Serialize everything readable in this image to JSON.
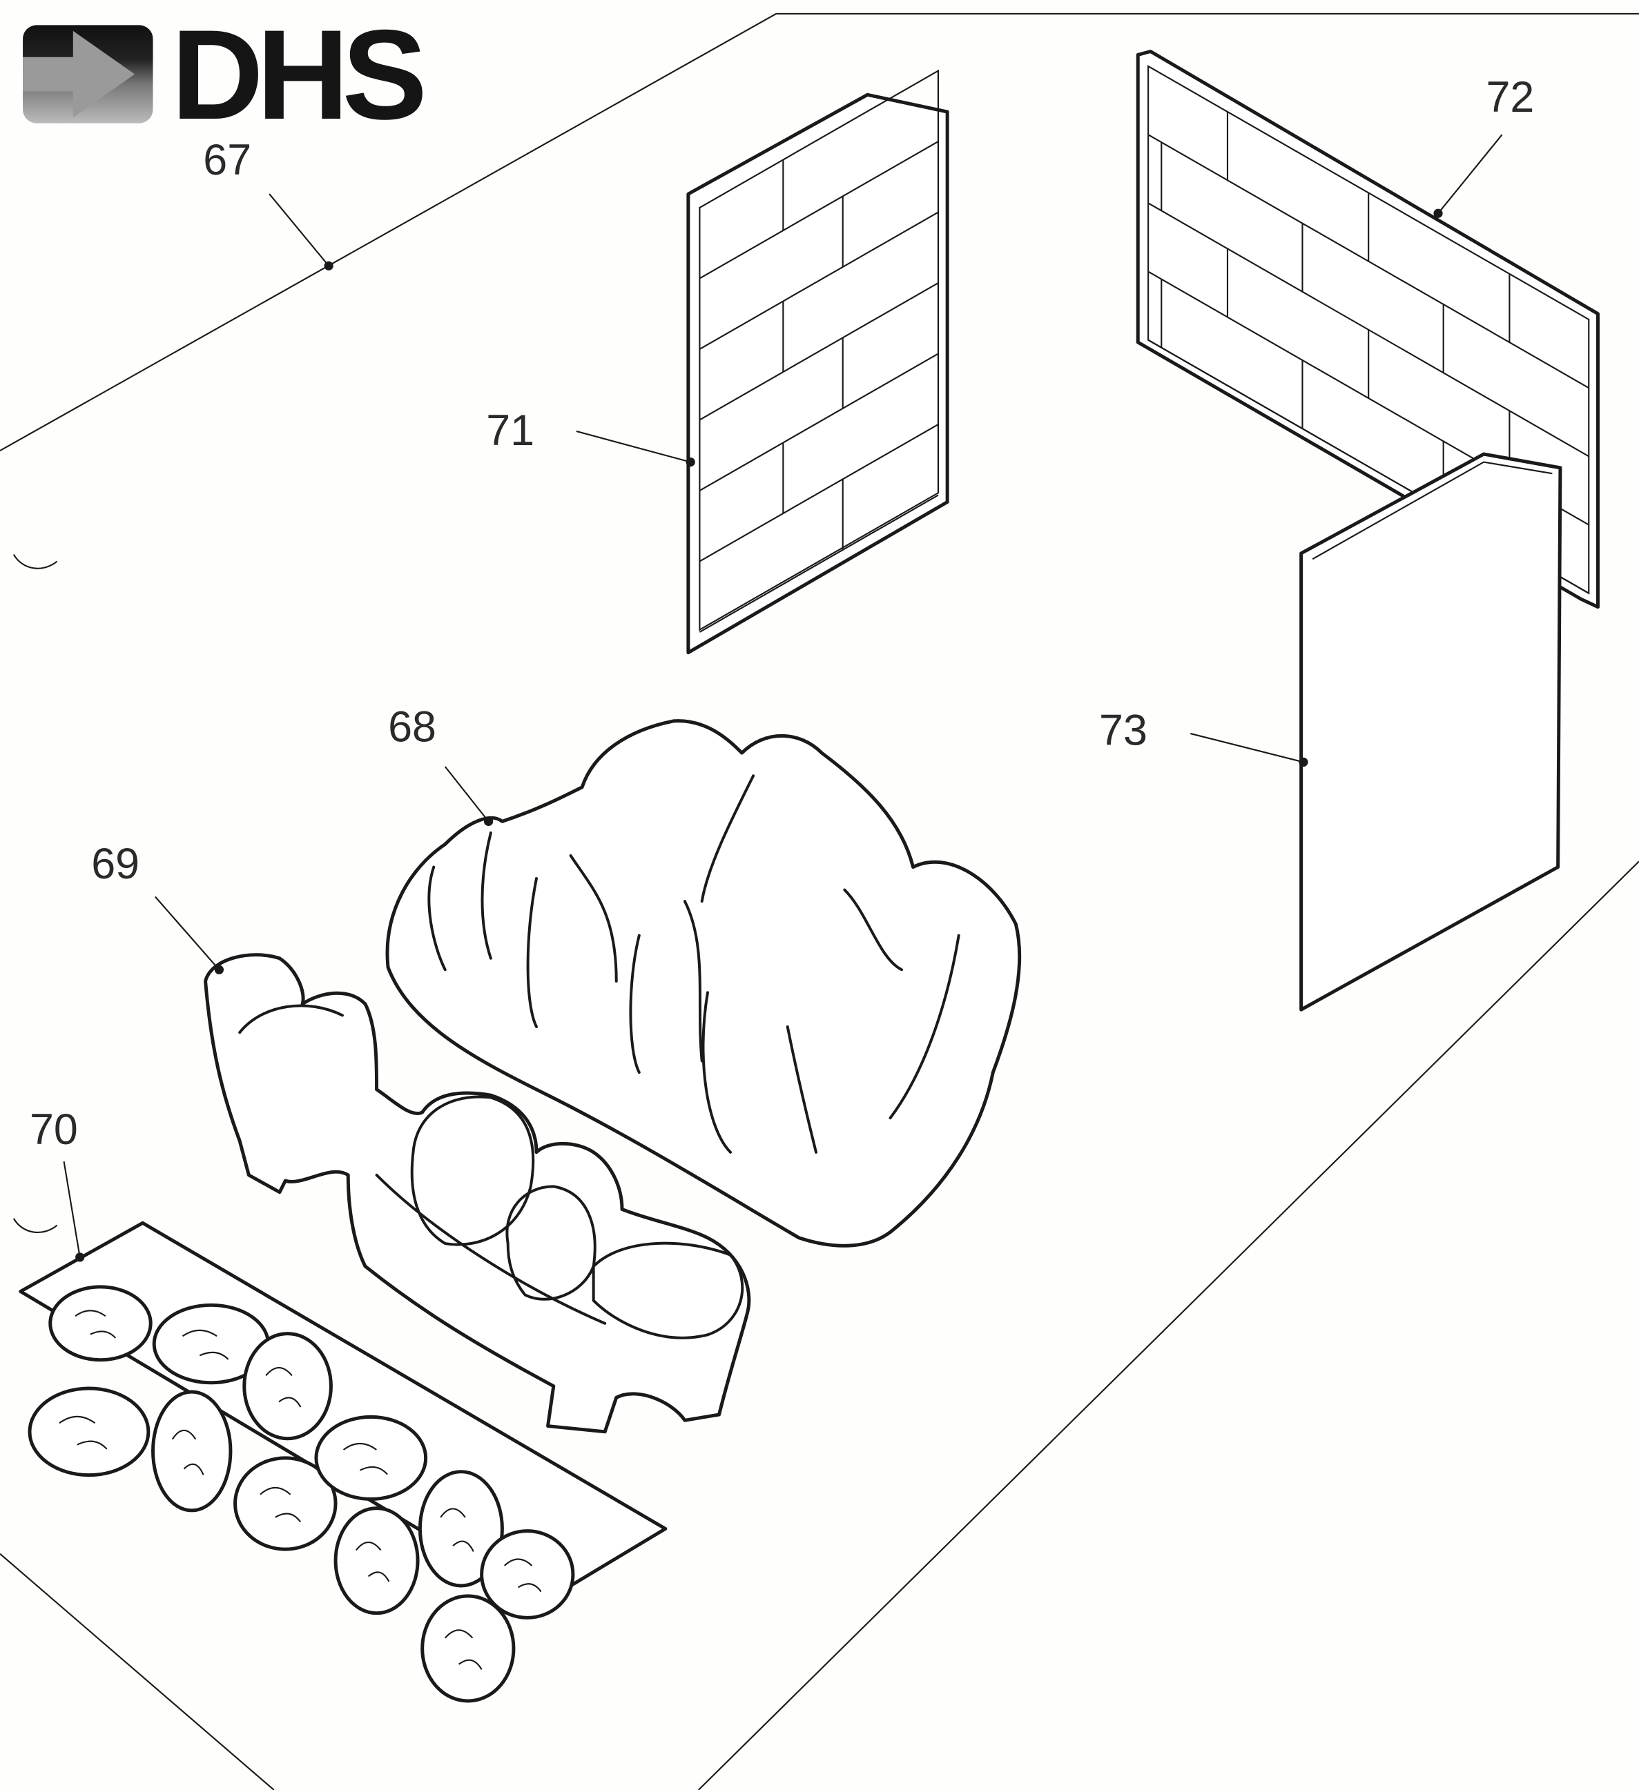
{
  "logo": {
    "text": "DHS"
  },
  "callouts": [
    {
      "id": "67",
      "label": "67"
    },
    {
      "id": "68",
      "label": "68"
    },
    {
      "id": "69",
      "label": "69"
    },
    {
      "id": "70",
      "label": "70"
    },
    {
      "id": "71",
      "label": "71"
    },
    {
      "id": "72",
      "label": "72"
    },
    {
      "id": "73",
      "label": "73"
    }
  ]
}
